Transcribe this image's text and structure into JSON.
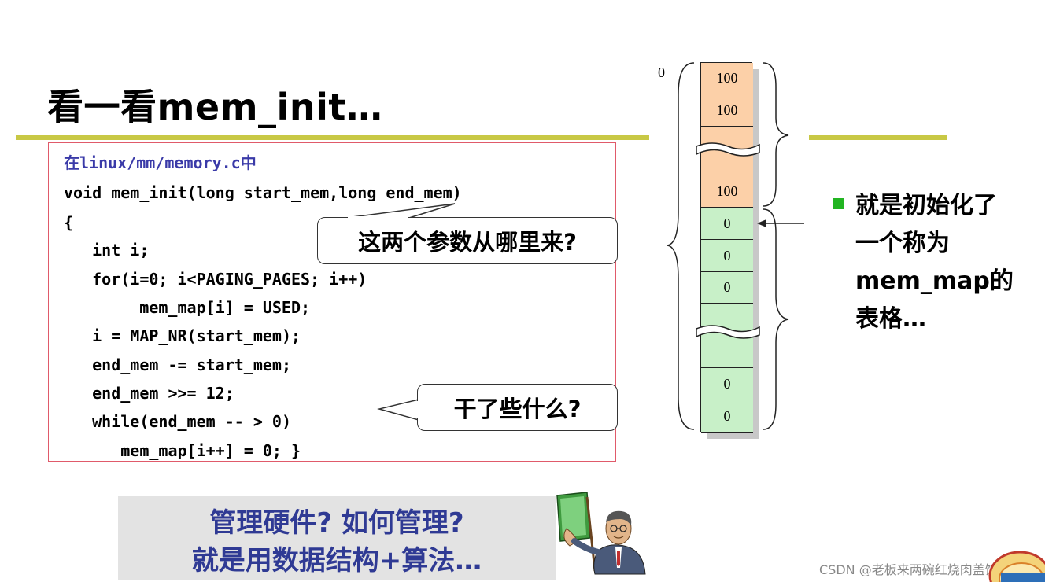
{
  "slide": {
    "title": "看一看mem_init…",
    "code": {
      "header": "在linux/mm/memory.c中",
      "lines": [
        "void mem_init(long start_mem,long end_mem)",
        "{",
        "   int i;",
        "   for(i=0; i<PAGING_PAGES; i++)",
        "       mem_map[i] = USED;",
        "   i = MAP_NR(start_mem);",
        "   end_mem -= start_mem;",
        "   end_mem >>= 12;",
        "   while(end_mem -- > 0)",
        "      mem_map[i++] = 0; }"
      ]
    },
    "callouts": {
      "params": "这两个参数从哪里来?",
      "what": "干了些什么?"
    },
    "memory_diagram": {
      "zero_label": "0",
      "cells": [
        "100",
        "100",
        "",
        "100",
        "0",
        "0",
        "0",
        "",
        "0",
        "0"
      ]
    },
    "bullet": {
      "lines": [
        "就是初始化了",
        "一个称为",
        "mem_map的",
        "表格…"
      ]
    },
    "bottom_box": {
      "line1": "管理硬件? 如何管理?",
      "line2": "就是用数据结构+算法…"
    },
    "watermark": "CSDN @老板来两碗红烧肉盖饭",
    "colors": {
      "rule": "#c8c845",
      "code_border": "#e05a6a",
      "used_cell": "#fcd0a8",
      "free_cell": "#c8f0c8",
      "bottom_text": "#2f3a94",
      "bullet": "#22b522"
    }
  }
}
